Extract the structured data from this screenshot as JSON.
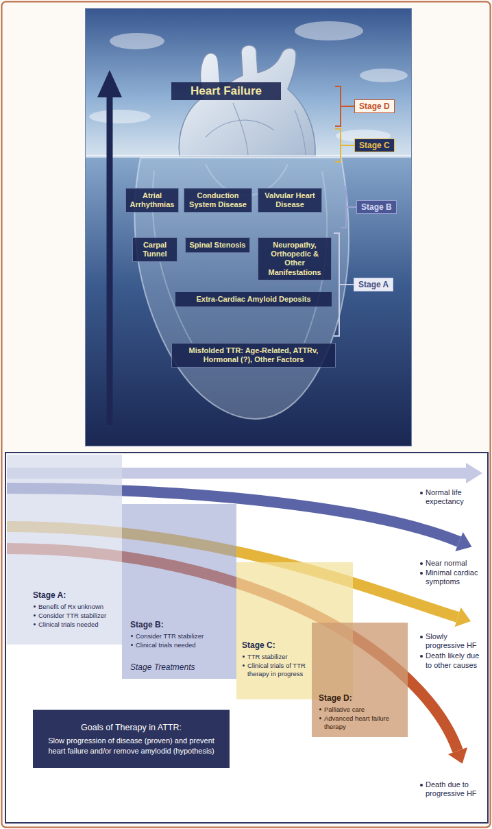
{
  "diagram": {
    "nodes": [
      {
        "text": [
          "Heart Failure"
        ]
      },
      {
        "text": [
          "Stage D"
        ]
      },
      {
        "text": [
          "Stage C"
        ]
      },
      {
        "text": [
          "Atrial Arrhythmias"
        ]
      },
      {
        "text": [
          "Conduction System Disease"
        ]
      },
      {
        "text": [
          "Valvular Heart Disease"
        ]
      },
      {
        "text": [
          "Stage B"
        ]
      },
      {
        "text": [
          "Carpal Tunnel"
        ]
      },
      {
        "text": [
          "Spinal Stenosis"
        ]
      },
      {
        "text": [
          "Neuropathy, Orthopedic & Other Manifestations"
        ]
      },
      {
        "text": [
          "Stage A"
        ]
      },
      {
        "text": [
          "Extra-Cardiac Amyloid Deposits"
        ]
      },
      {
        "text": [
          "Misfolded TTR: Age-Related, ATTRv, Hormonal (?), Other Factors"
        ]
      },
      {
        "text": [
          "Stage A:",
          "Benefit of Rx unknown",
          "Consider TTR stabilizer",
          "Clinical trials needed"
        ]
      },
      {
        "text": [
          "Stage B:",
          "Consider TTR stabilizer",
          "Clinical trials needed"
        ]
      },
      {
        "text": [
          "Stage C:",
          "TTR stabilizer",
          "Clinical trials of TTR therapy in progress"
        ]
      },
      {
        "text": [
          "Stage D:",
          "Palliative care",
          "Advanced heart failure therapy"
        ]
      },
      {
        "text": [
          "Goals of Therapy in ATTR:",
          "Slow progression of disease (proven) and prevent heart failure and/or remove amylodid (hypothesis)"
        ]
      }
    ],
    "labels": [
      "Normal life expectancy",
      "Near normal",
      "Minimal cardiac symptoms",
      "Slowly progressive HF",
      "Death likely due to other causes",
      "Death due to progressive HF",
      "Stage Treatments"
    ]
  }
}
